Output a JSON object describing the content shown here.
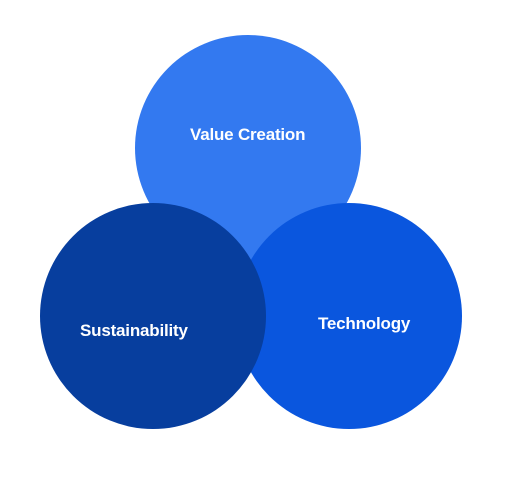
{
  "diagram": {
    "circles": [
      {
        "label": "Value Creation",
        "color": "#3379F0"
      },
      {
        "label": "Technology",
        "color": "#0A56DE"
      },
      {
        "label": "Sustainability",
        "color": "#073E9E"
      }
    ]
  }
}
